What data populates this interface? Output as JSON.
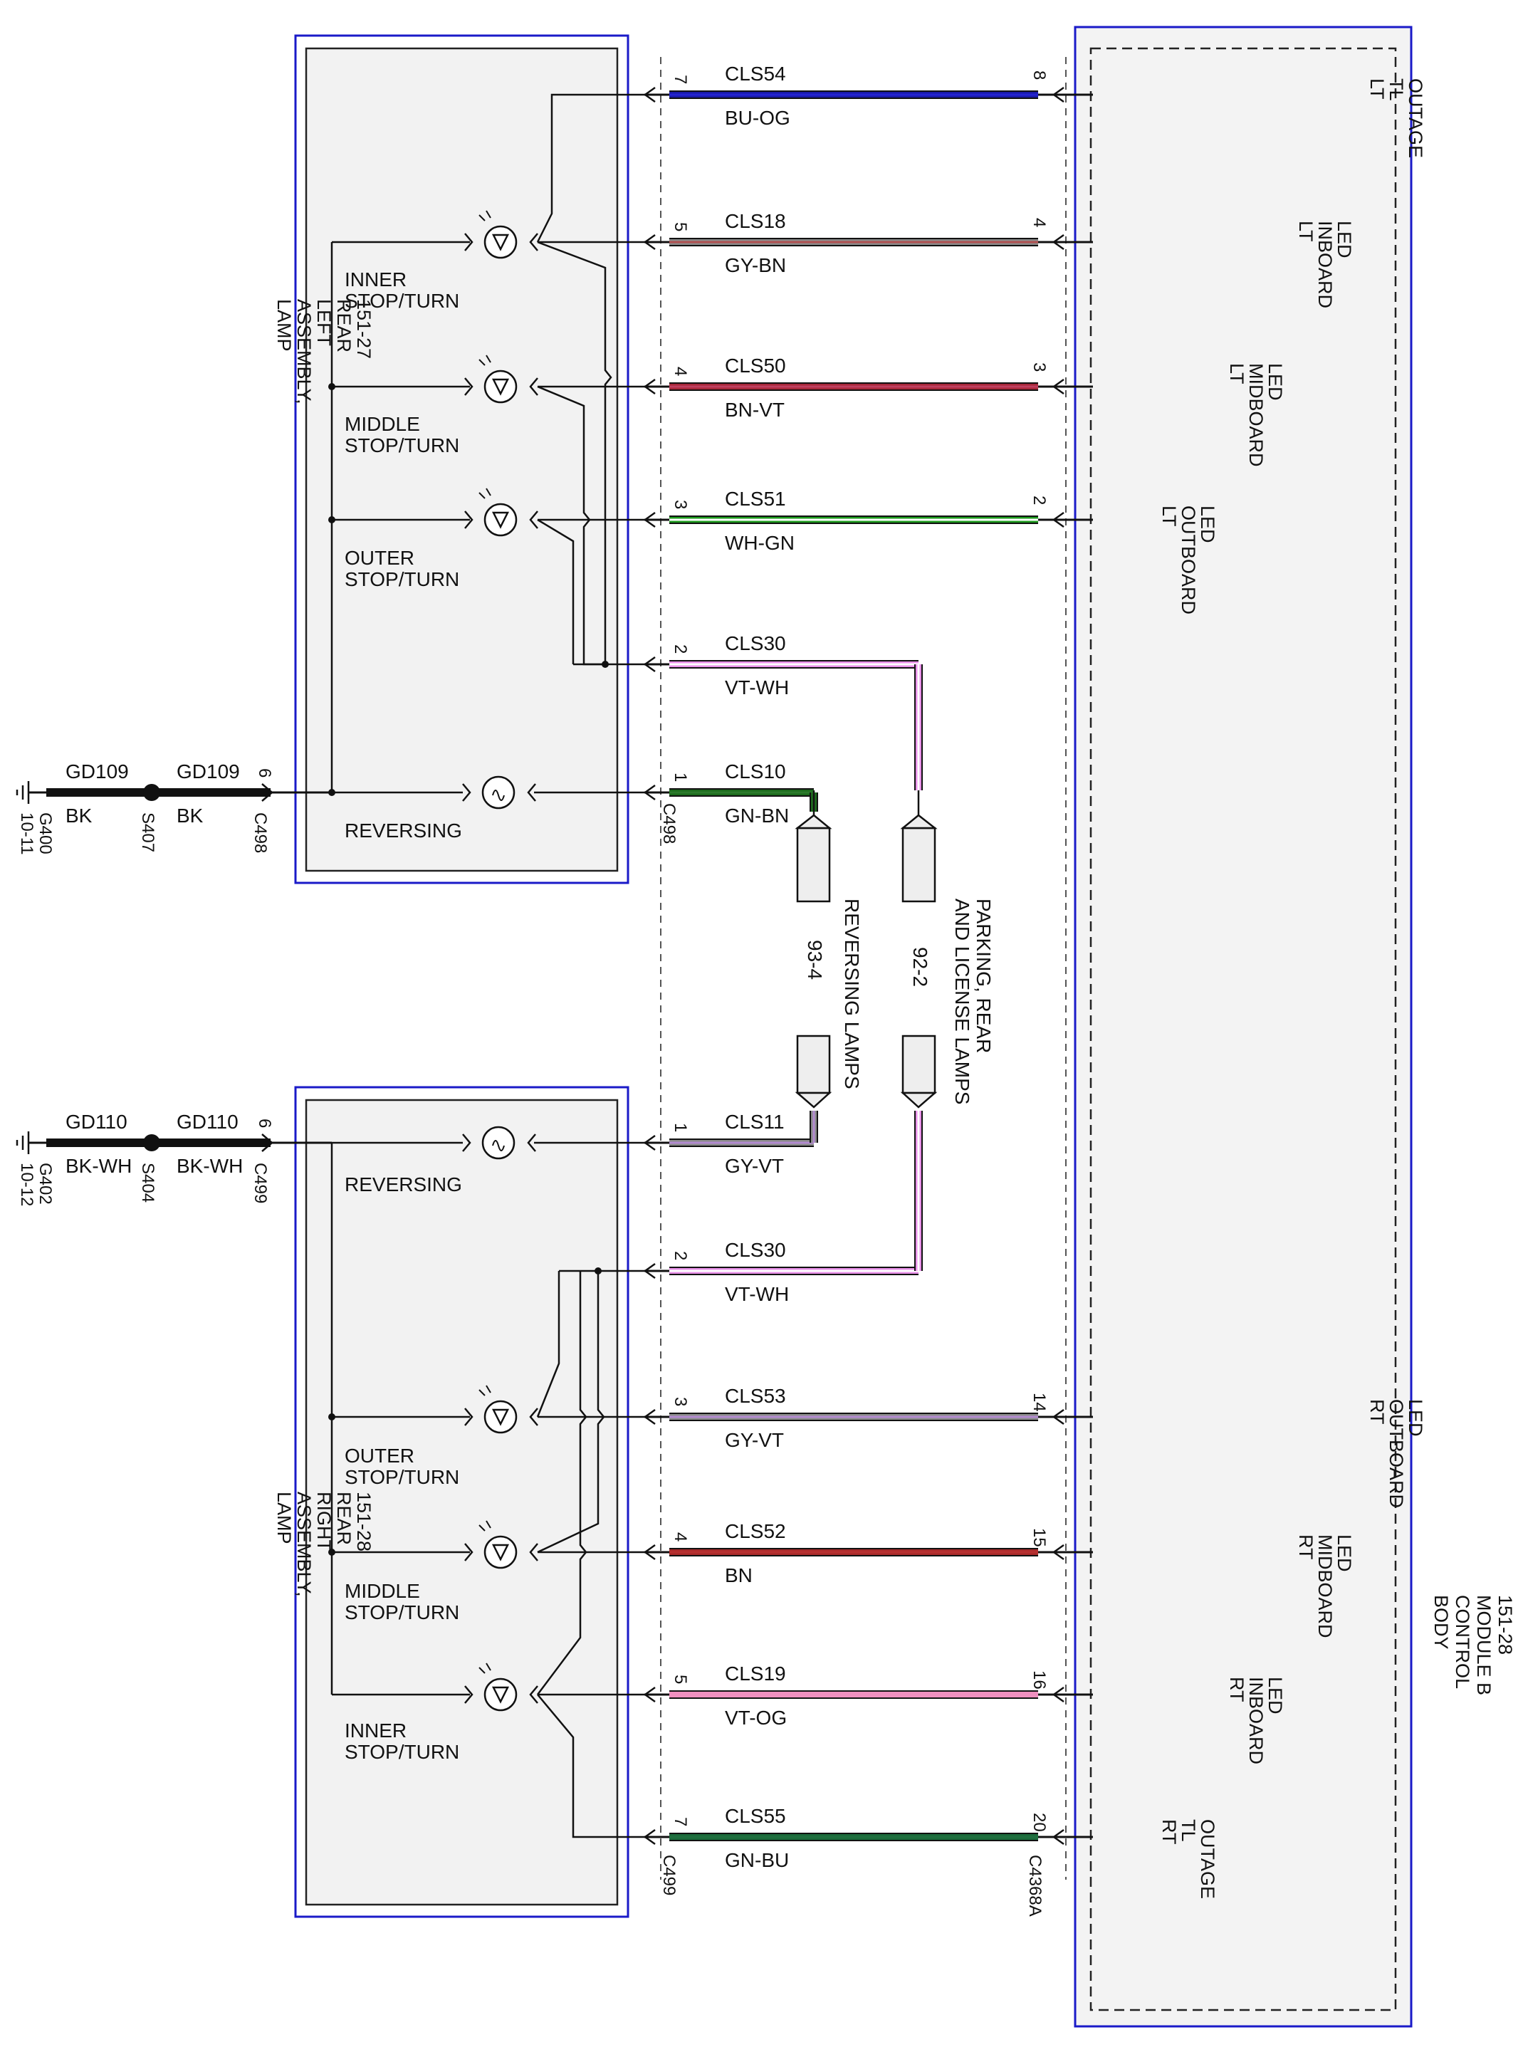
{
  "colors": {
    "BU-OG": [
      "#1a1aa8",
      "#2424d0"
    ],
    "GY-BN": [
      "#8a8a8a",
      "#b05050"
    ],
    "BN-VT": [
      "#a8283a",
      "#c04060"
    ],
    "WH-GN": [
      "#1e9a1e",
      "#ffffff"
    ],
    "VT-WH": [
      "#e890e8",
      "#ffffff"
    ],
    "GN-BN": [
      "#1d6b1d",
      "#2c7a2c"
    ],
    "GY-VT": [
      "#8c8c8c",
      "#b28ad0"
    ],
    "BN": [
      "#a82a2a",
      "#b83030"
    ],
    "VT-OG": [
      "#f090c0",
      "#f090c0"
    ],
    "GN-BU": [
      "#1b6a3a",
      "#207040"
    ],
    "module_border": "#1a1ac8",
    "module_fill": "#f3f3f3"
  },
  "modules": {
    "bcm_label": [
      "BODY",
      "CONTROL",
      "MODULE B",
      "151-28"
    ],
    "left_lamp_label": [
      "LAMP",
      "ASSEMBLY,",
      "LEFT",
      "REAR",
      "151-27"
    ],
    "right_lamp_label": [
      "LAMP",
      "ASSEMBLY,",
      "RIGHT",
      "REAR",
      "151-28"
    ]
  },
  "left": {
    "functions": [
      "INNER STOP/TURN",
      "MIDDLE STOP/TURN",
      "OUTER STOP/TURN",
      "REVERSING"
    ],
    "connector": "C498",
    "wires": [
      {
        "circuit": "CLS54",
        "color": "BU-OG",
        "lamp_pin": "7",
        "bcm_pin": "8",
        "bcm_label": [
          "LT",
          "TL",
          "OUTAGE"
        ]
      },
      {
        "circuit": "CLS18",
        "color": "GY-BN",
        "lamp_pin": "5",
        "bcm_pin": "4",
        "bcm_label": [
          "LT",
          "INBOARD",
          "LED"
        ]
      },
      {
        "circuit": "CLS50",
        "color": "BN-VT",
        "lamp_pin": "4",
        "bcm_pin": "3",
        "bcm_label": [
          "LT",
          "MIDBOARD",
          "LED"
        ]
      },
      {
        "circuit": "CLS51",
        "color": "WH-GN",
        "lamp_pin": "3",
        "bcm_pin": "2",
        "bcm_label": [
          "LT",
          "OUTBOARD",
          "LED"
        ]
      },
      {
        "circuit": "CLS30",
        "color": "VT-WH",
        "lamp_pin": "2",
        "bcm_pin": "",
        "bcm_label": []
      },
      {
        "circuit": "CLS10",
        "color": "GN-BN",
        "lamp_pin": "1",
        "bcm_pin": "",
        "bcm_label": []
      }
    ],
    "ground": {
      "circuit1": "GD109",
      "color1": "BK",
      "circuit2": "GD109",
      "color2": "BK",
      "splice": "S407",
      "ground": "G400",
      "ground_ref": "10-11",
      "pin": "6",
      "connector": "C498"
    }
  },
  "right": {
    "functions": [
      "REVERSING",
      "OUTER STOP/TURN",
      "MIDDLE STOP/TURN",
      "INNER STOP/TURN"
    ],
    "connector": "C499",
    "bcm_connector": "C4368A",
    "wires": [
      {
        "circuit": "CLS11",
        "color": "GY-VT",
        "lamp_pin": "1",
        "bcm_pin": "",
        "bcm_label": []
      },
      {
        "circuit": "CLS30",
        "color": "VT-WH",
        "lamp_pin": "2",
        "bcm_pin": "",
        "bcm_label": []
      },
      {
        "circuit": "CLS53",
        "color": "GY-VT",
        "lamp_pin": "3",
        "bcm_pin": "14",
        "bcm_label": [
          "RT",
          "OUTBOARD",
          "LED"
        ]
      },
      {
        "circuit": "CLS52",
        "color": "BN",
        "lamp_pin": "4",
        "bcm_pin": "15",
        "bcm_label": [
          "RT",
          "MIDBOARD",
          "LED"
        ]
      },
      {
        "circuit": "CLS19",
        "color": "VT-OG",
        "lamp_pin": "5",
        "bcm_pin": "16",
        "bcm_label": [
          "RT",
          "INBOARD",
          "LED"
        ]
      },
      {
        "circuit": "CLS55",
        "color": "GN-BU",
        "lamp_pin": "7",
        "bcm_pin": "20",
        "bcm_label": [
          "RT",
          "TL",
          "OUTAGE"
        ]
      }
    ],
    "ground": {
      "circuit1": "GD110",
      "color1": "BK-WH",
      "circuit2": "GD110",
      "color2": "BK-WH",
      "splice": "S404",
      "ground": "G402",
      "ground_ref": "10-12",
      "pin": "6",
      "connector": "C499"
    }
  },
  "offpage": {
    "reversing": {
      "ref": "93-4",
      "label": [
        "REVERSING LAMPS"
      ]
    },
    "parking": {
      "ref": "92-2",
      "label": [
        "PARKING, REAR",
        "AND LICENSE LAMPS"
      ]
    }
  }
}
